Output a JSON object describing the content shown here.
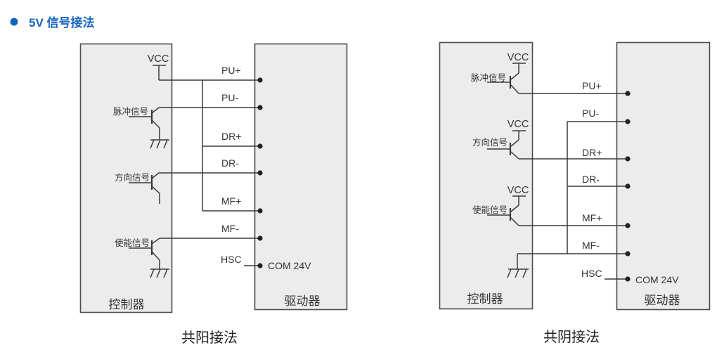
{
  "section": {
    "title": "5V 信号接法",
    "accent_color": "#1565c0"
  },
  "diagrams": [
    {
      "caption": "共阳接法",
      "controller": {
        "label": "控制器",
        "vcc_labels": [
          "VCC"
        ],
        "signals": [
          "脉冲信号",
          "方向信号",
          "使能信号"
        ]
      },
      "driver": {
        "label": "驱动器",
        "terminals": [
          "PU+",
          "PU-",
          "DR+",
          "DR-",
          "MF+",
          "MF-",
          "HSC"
        ],
        "com": "COM 24V"
      }
    },
    {
      "caption": "共阴接法",
      "controller": {
        "label": "控制器",
        "vcc_labels": [
          "VCC",
          "VCC",
          "VCC"
        ],
        "signals": [
          "脉冲信号",
          "方向信号",
          "使能信号"
        ]
      },
      "driver": {
        "label": "驱动器",
        "terminals": [
          "PU+",
          "PU-",
          "DR+",
          "DR-",
          "MF+",
          "MF-",
          "HSC"
        ],
        "com": "COM 24V"
      }
    }
  ],
  "colors": {
    "box_fill": "#ececec",
    "box_stroke": "#4d4d4d",
    "wire": "#3a3a3a"
  }
}
